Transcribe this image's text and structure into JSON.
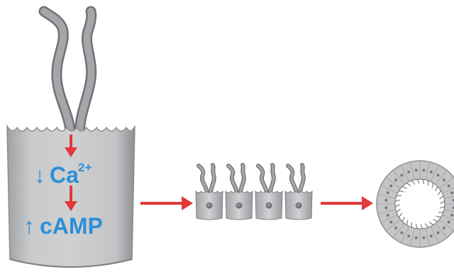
{
  "colors": {
    "arrow": "#e2383b",
    "label": "#2d8fd6",
    "cell_body": "#c6c7c9",
    "cilia": "#8f9194",
    "cyst_ring": "#c3c5c7"
  },
  "big_cell": {
    "calcium_arrow": "↓",
    "calcium_text": "Ca",
    "calcium_charge": "2+",
    "camp_arrow": "↑",
    "camp_text": "cAMP"
  },
  "icons": [
    "cilium-icon",
    "down-arrow-icon",
    "right-arrow-icon",
    "cell-icon",
    "cyst-icon"
  ]
}
